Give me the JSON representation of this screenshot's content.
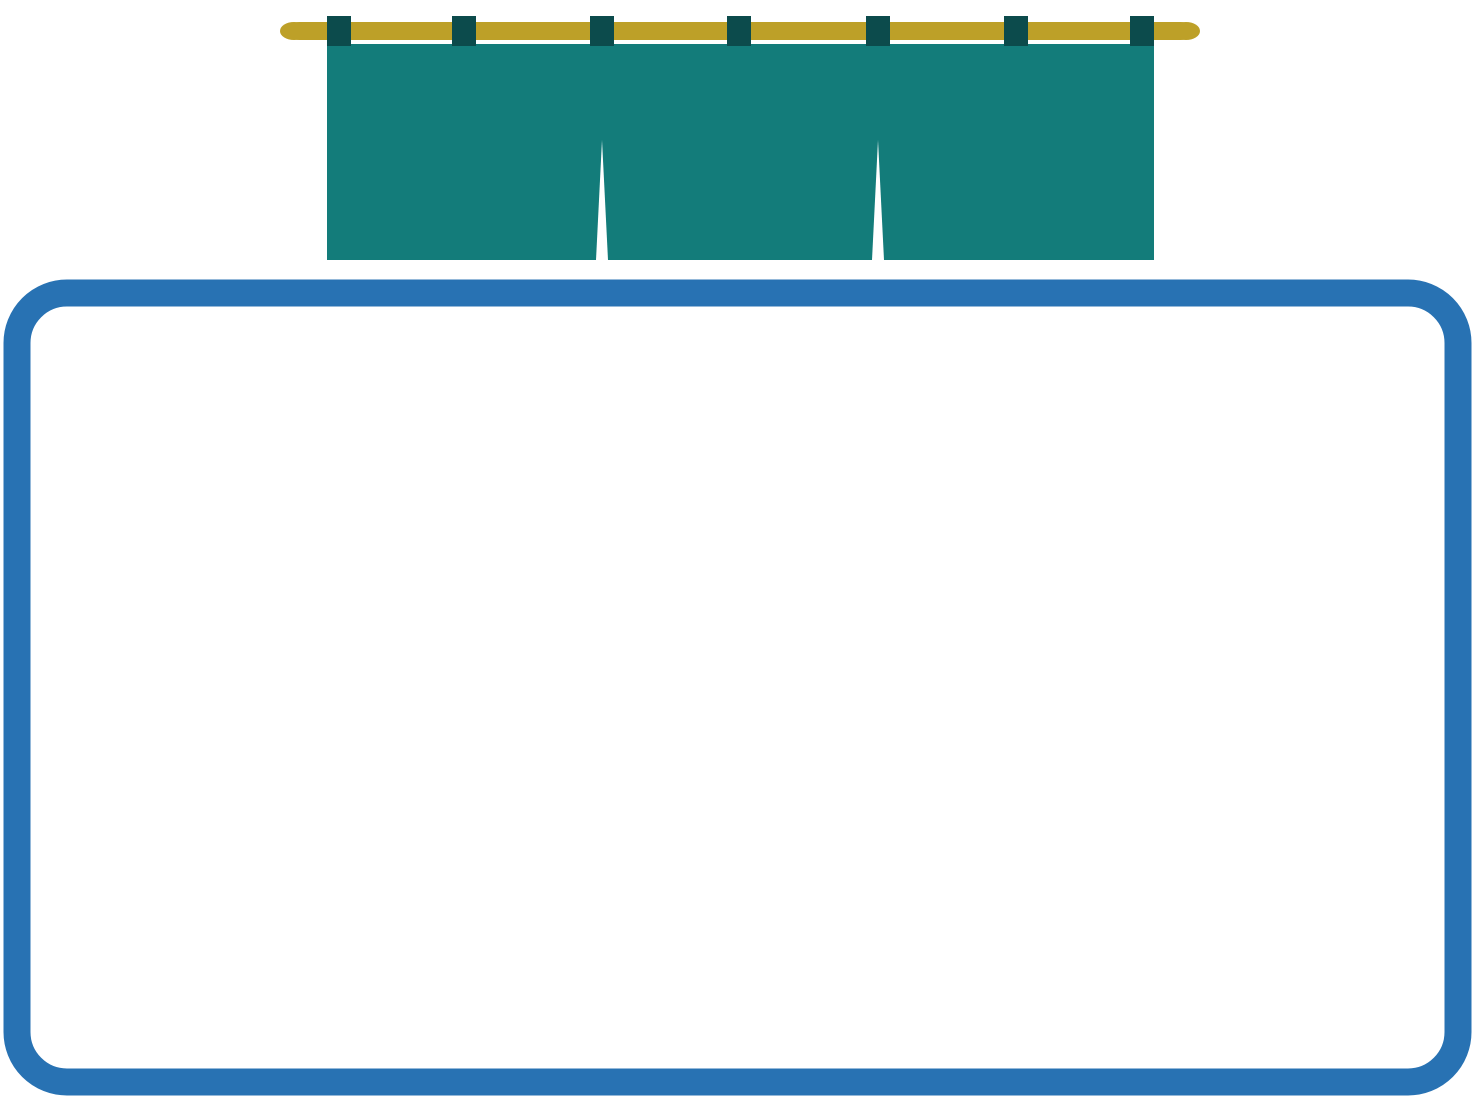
{
  "illustration": {
    "name": "noren-curtain-frame",
    "panel_count": 3,
    "loop_count": 7
  },
  "colors": {
    "background": "#ffffff",
    "rod": "#bda028",
    "curtain": "#137c7a",
    "loops": "#0c4b4c",
    "frame_border": "#2872b3",
    "frame_fill": "#ffffff"
  }
}
